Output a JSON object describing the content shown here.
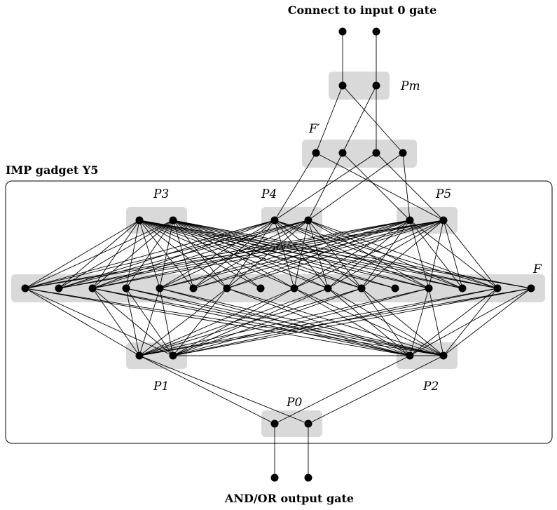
{
  "top_label": "Connect to input 0 gate",
  "bottom_label": "AND/OR output gate",
  "gadget_label": "IMP gadget Y5",
  "groups": {
    "Pm": "Pm",
    "Fprime": "F′",
    "P3": "P3",
    "P4": "P4",
    "P5": "P5",
    "F": "F",
    "P1": "P1",
    "P2": "P2",
    "P0": "P0"
  },
  "colors": {
    "group_fill": "#d9d9d9",
    "node": "#000000",
    "edge": "#000000",
    "box_stroke": "#000000"
  }
}
